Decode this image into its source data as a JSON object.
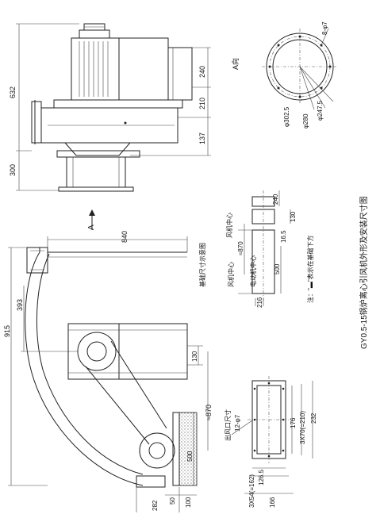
{
  "side_view": {
    "dims": {
      "d632": "632",
      "d300": "300",
      "d240": "240",
      "d210": "210",
      "d137": "137"
    }
  },
  "flange_view": {
    "title": "A向",
    "holes": "8-φ7",
    "d1": "φ302.5",
    "d2": "φ280",
    "d3": "φ247.5"
  },
  "front_view": {
    "dims": {
      "d840": "840",
      "d915": "915",
      "d393": "393",
      "d130": "130",
      "d870": "≈870",
      "d500": "500",
      "d50": "50",
      "d100": "100",
      "d282": "282"
    },
    "arrow_label": "A"
  },
  "foundation": {
    "title": "基础尺寸示意图",
    "dims": {
      "d240": "240",
      "d130": "130",
      "d16_5": "16.5",
      "d870": "≈870",
      "d500": "500",
      "d216": "216"
    },
    "labels": {
      "motor": "电动机中心",
      "fan_center": "风机中心",
      "blower_center": "风机中心"
    },
    "note": "注：\"▬\"表示在基础下方"
  },
  "outlet": {
    "title": "出风口尺寸",
    "holes": "12-φ7",
    "dims": {
      "d166": "166",
      "d126_5": "126.5",
      "d3x54": "3X54(=162)",
      "d176": "176",
      "d3x70": "3X70(=210)",
      "d232": "232"
    }
  },
  "drawing_title": "GY0.5-15锅炉离心引风机外形及安装尺寸图"
}
